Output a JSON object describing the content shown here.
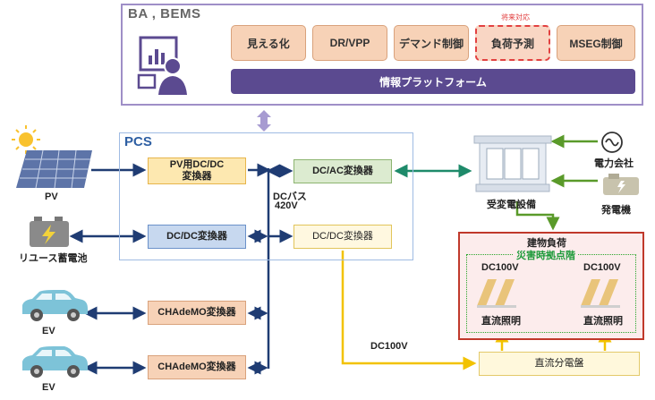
{
  "bems": {
    "title": "BA , BEMS",
    "modules": [
      "見える化",
      "DR/VPP",
      "デマンド制御",
      "負荷予測",
      "MSEG制御"
    ],
    "future_note": "将来対応",
    "platform": "情報プラットフォーム"
  },
  "pcs": {
    "title": "PCS",
    "pv_converter": "PV用DC/DC\n変換器",
    "dcac_converter": "DC/AC変換器",
    "dcdc_converter_storage": "DC/DC変換器",
    "dcdc_converter_building": "DC/DC変換器",
    "bus_label": "DCバス",
    "bus_voltage": "420V"
  },
  "sources": {
    "pv": "PV",
    "battery": "リユース蓄電池",
    "ev1": "EV",
    "ev2": "EV",
    "chademo1": "CHAdeMO変換器",
    "chademo2": "CHAdeMO変換器"
  },
  "grid": {
    "substation": "受変電設備",
    "utility": "電力会社",
    "generator": "発電機"
  },
  "building": {
    "title": "建物負荷",
    "disaster_label": "災害時拠点階",
    "voltage_left": "DC100V",
    "voltage_right": "DC100V",
    "lighting_left": "直流照明",
    "lighting_right": "直流照明"
  },
  "dc_line": {
    "voltage": "DC100V",
    "distribution_board": "直流分電盤"
  },
  "colors": {
    "dc_bus": "#1f3c73",
    "ac_link": "#1e8a6a",
    "grid_feed": "#5a9a2a",
    "dc100v_line": "#f2c200",
    "platform": "#5b4a90",
    "bems_border": "#9f8fc7",
    "building_border": "#c0392b",
    "disaster_border": "#2aa52a"
  }
}
